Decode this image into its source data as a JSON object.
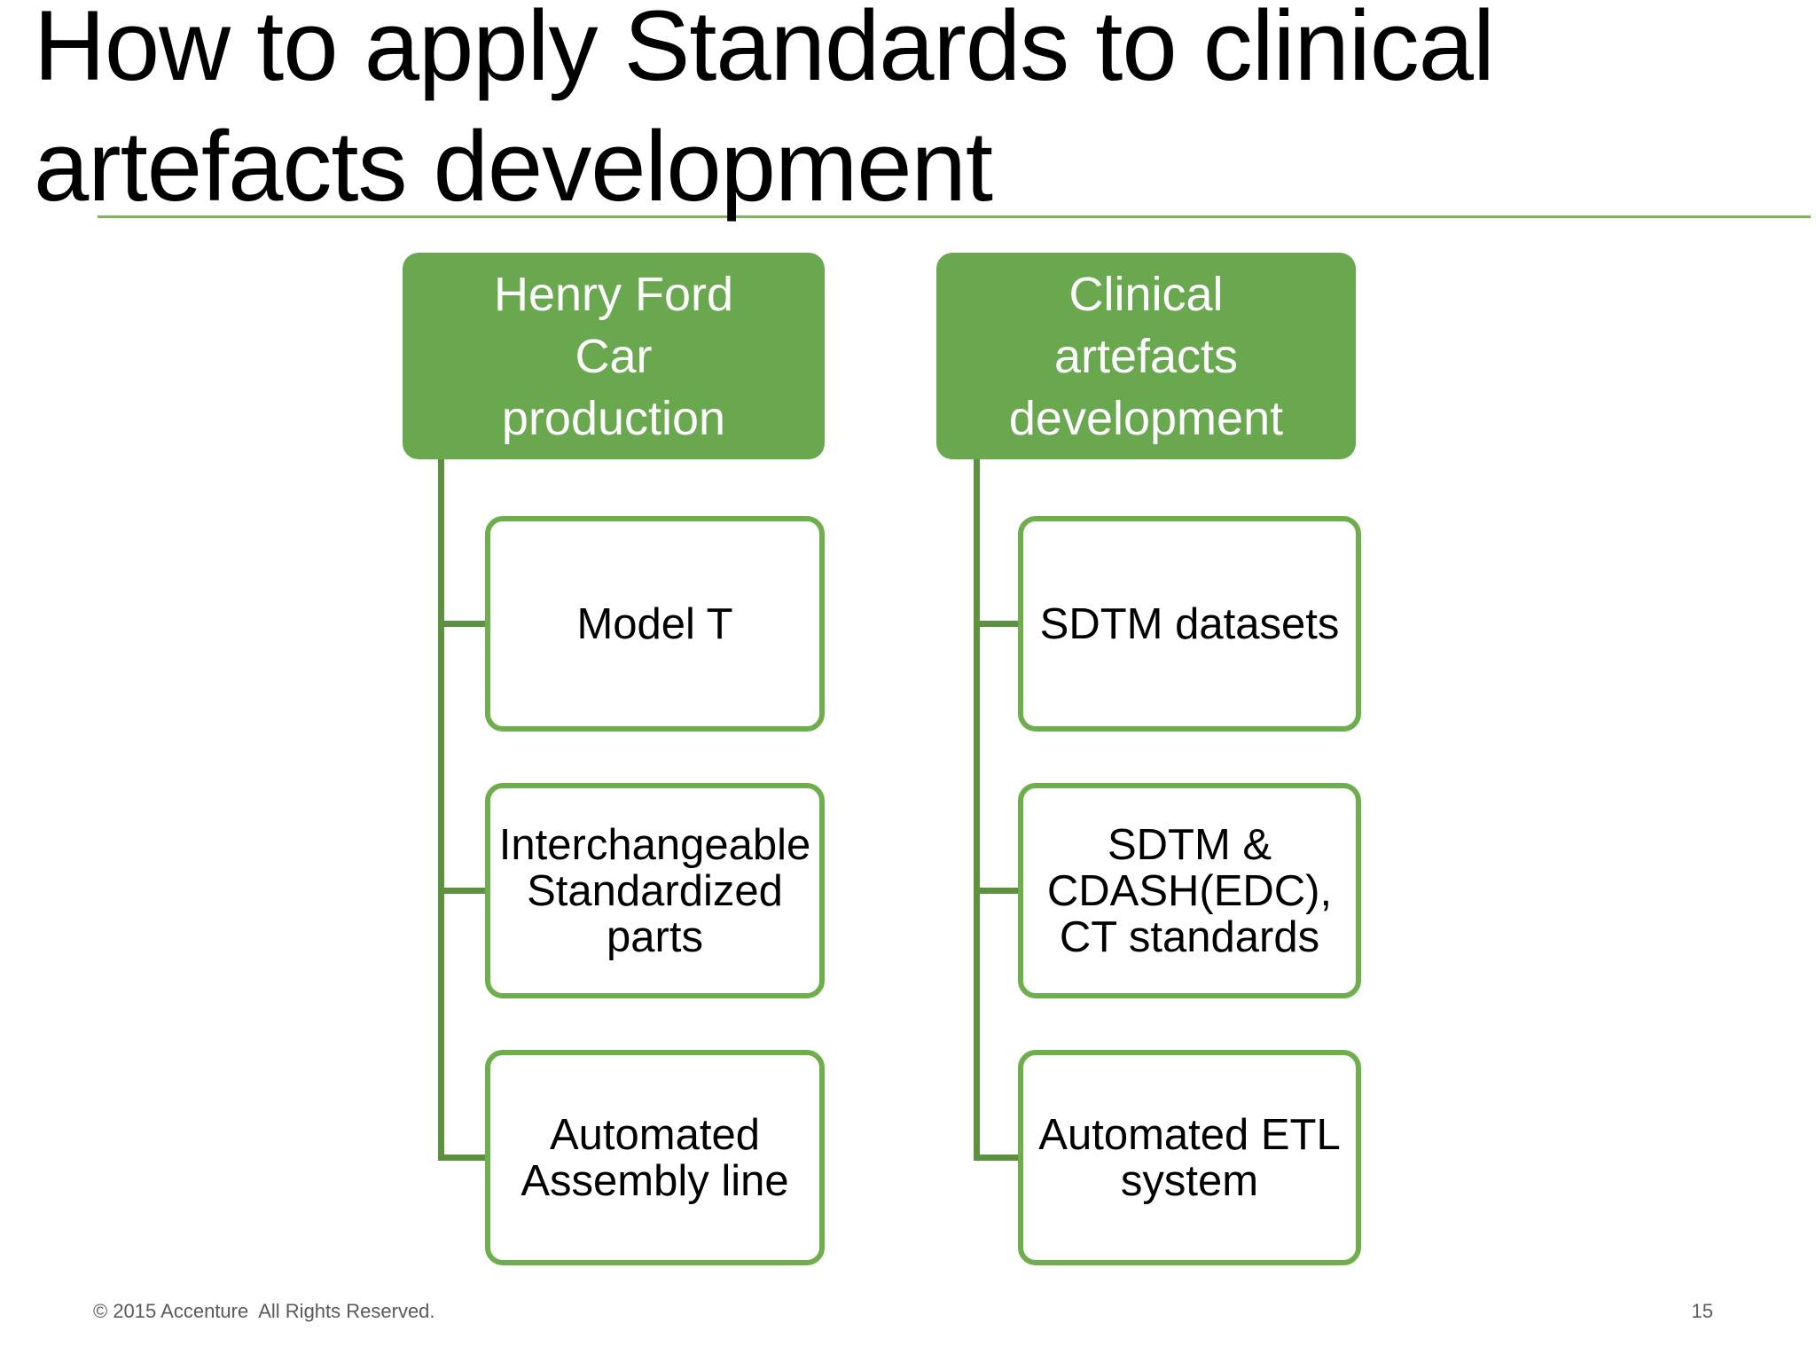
{
  "slide": {
    "title": "How to apply Standards to clinical\nartefacts development",
    "colors": {
      "header_fill": "#69A84F",
      "child_border": "#6EAE4C",
      "connector_line": "#5C9140",
      "title_underline": "#7CB35B",
      "header_text": "#FFFFFF",
      "body_text": "#000000",
      "footer_text": "#595959"
    },
    "diagram": {
      "columns": [
        {
          "header": "Henry Ford\nCar\nproduction",
          "children": [
            "Model T",
            "Interchangeable Standardized parts",
            "Automated Assembly line"
          ]
        },
        {
          "header": "Clinical\nartefacts\ndevelopment",
          "children": [
            "SDTM datasets",
            "SDTM & CDASH(EDC), CT standards",
            "Automated ETL system"
          ]
        }
      ]
    },
    "footer": {
      "copyright": "© 2015 Accenture  All Rights Reserved.",
      "page_number": "15"
    }
  }
}
